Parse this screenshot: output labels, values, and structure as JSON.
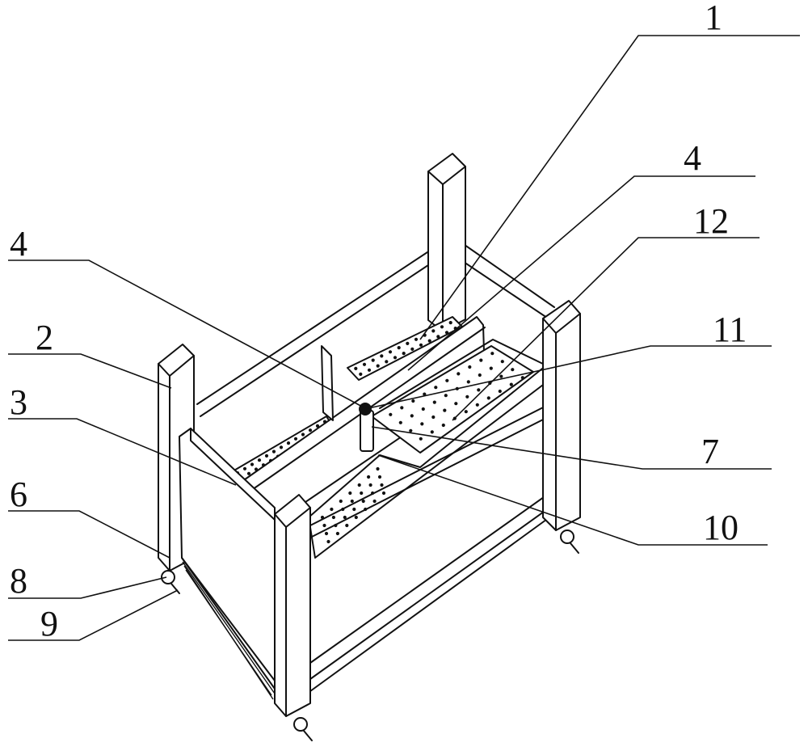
{
  "labels": {
    "l1": "1",
    "l4_top": "4",
    "l12": "12",
    "l11": "11",
    "l7": "7",
    "l10": "10",
    "l4_left": "4",
    "l2": "2",
    "l3": "3",
    "l6": "6",
    "l8": "8",
    "l9": "9"
  },
  "colors": {
    "line": "#111111",
    "background": "#ffffff"
  }
}
